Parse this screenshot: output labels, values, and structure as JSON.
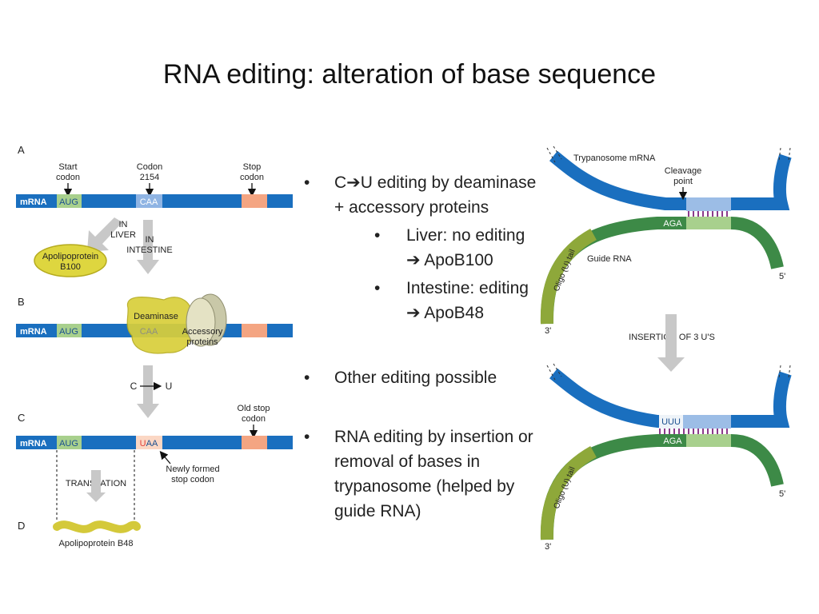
{
  "slide": {
    "title": "RNA editing: alteration of base sequence"
  },
  "bullets": {
    "b1_pre": "C",
    "b1_arrow": "➔",
    "b1_post": "U editing by deaminase + accessory proteins",
    "sub1_pre": "Liver: no editing",
    "sub1_arrow": "➔",
    "sub1_post": "ApoB100",
    "sub2_pre": "Intestine: editing",
    "sub2_arrow": "➔",
    "sub2_post": "ApoB48",
    "b2": "Other editing possible",
    "b3": "RNA editing by insertion or removal of bases in trypanosome (helped by guide RNA)"
  },
  "left_figure": {
    "panel_a": "A",
    "panel_b": "B",
    "panel_c": "C",
    "panel_d": "D",
    "mrna": "mRNA",
    "aug": "AUG",
    "caa": "CAA",
    "uaa_u": "U",
    "uaa_rest": "AA",
    "start_codon_1": "Start",
    "start_codon_2": "codon",
    "codon_1": "Codon",
    "codon_2": "2154",
    "stop_codon_1": "Stop",
    "stop_codon_2": "codon",
    "in_liver_1": "IN",
    "in_liver_2": "LIVER",
    "in_intestine_1": "IN",
    "in_intestine_2": "INTESTINE",
    "apob100_1": "Apolipoprotein",
    "apob100_2": "B100",
    "deaminase": "Deaminase",
    "accessory_1": "Accessory",
    "accessory_2": "proteins",
    "c_label": "C",
    "u_label": "U",
    "old_stop_1": "Old stop",
    "old_stop_2": "codon",
    "new_stop_1": "Newly formed",
    "new_stop_2": "stop codon",
    "translation": "TRANSLATION",
    "apob48": "Apolipoprotein B48"
  },
  "right_figure": {
    "tryp_mrna": "Trypanosome mRNA",
    "cleavage_1": "Cleavage",
    "cleavage_2": "point",
    "aga": "AGA",
    "guide_rna": "Guide RNA",
    "oligo_tail": "Oligo (U) tail",
    "five_prime": "5'",
    "three_prime": "3'",
    "insertion": "INSERTION OF 3 U'S",
    "uuu": "UUU"
  },
  "colors": {
    "mrna_blue": "#1a6fbf",
    "aug_green": "#a8d08d",
    "caa_blue": "#8fb4e3",
    "stop_salmon": "#f4a582",
    "protein_yellow": "#d4c93a",
    "guide_green": "#3d8a47",
    "tail_green": "#8ea83a",
    "arrow_gray": "#c8c8c8",
    "pair_purple": "#8b3a8b"
  }
}
